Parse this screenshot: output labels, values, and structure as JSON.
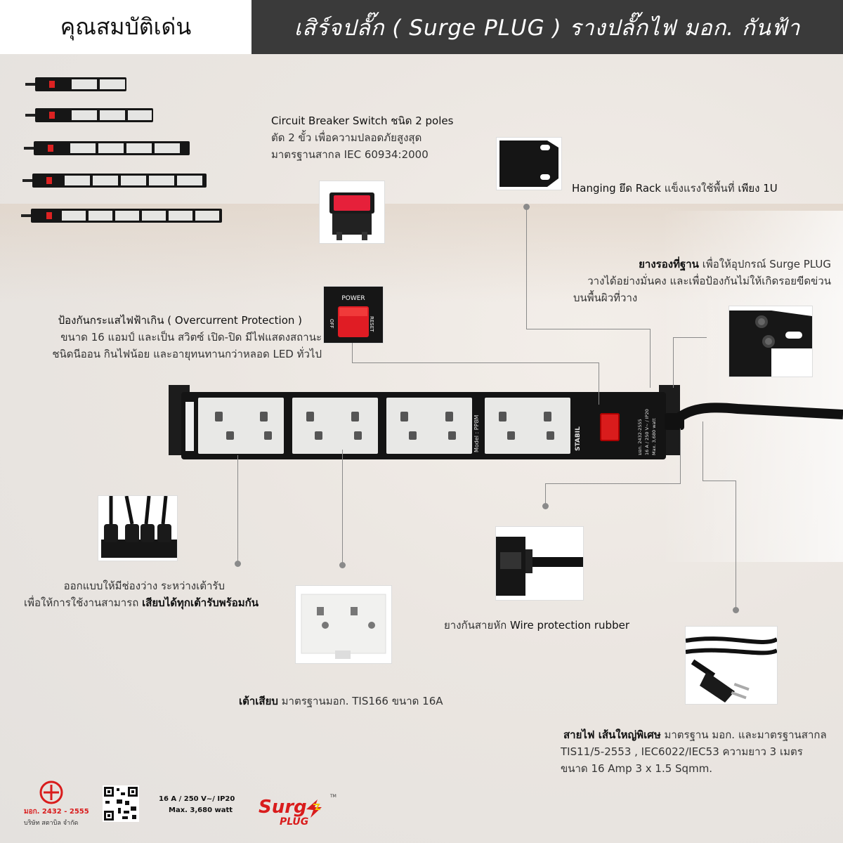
{
  "header": {
    "left_title": "คุณสมบัติเด่น",
    "right_title": "เสิร์จปลั๊ก ( Surge PLUG ) รางปลั๊กไฟ มอก. กันฟ้า"
  },
  "breaker": {
    "title": "Circuit Breaker Switch ชนิด 2 poles",
    "line1": "ตัด 2 ขั้ว เพื่อความปลอดภัยสูงสุด",
    "line2": "มาตรฐานสากล IEC 60934:2000"
  },
  "rack": {
    "bold": "Hanging ยึด Rack",
    "rest": " แข็งแรงใช้พื้นที่ ",
    "bold2": "เพียง 1U"
  },
  "rubber_base": {
    "bold": "ยางรองที่ฐาน",
    "line1": " เพื่อให้อุปกรณ์ Surge PLUG",
    "line2": "วางได้อย่างมั่นคง และเพื่อป้องกันไม่ให้เกิดรอยขีดข่วน",
    "line3": "บนพื้นผิวที่วาง"
  },
  "overcurrent": {
    "title": "ป้องกันกระแสไฟฟ้าเกิน ( Overcurrent Protection )",
    "line1": "ขนาด 16 แอมป์ และเป็น สวิตซ์ เปิด-ปิด มีไฟแสดงสถานะ",
    "line2": "ชนิดนีออน กินไฟน้อย และอายุทนทานกว่าหลอด LED ทั่วไป"
  },
  "switch_labels": {
    "power": "POWER",
    "reset": "RESET",
    "off": "OFF"
  },
  "strip_labels": {
    "model": "Model : PP8M",
    "brand": "STABIL",
    "cert": "มอก. 2432-2555",
    "rating1": "16 A / 250 V~ / IP20",
    "rating2": "Max. 3,680 watt"
  },
  "spacing": {
    "line1": "ออกแบบให้มีช่องว่าง ระหว่างเต้ารับ",
    "line2a": "เพื่อให้การใช้งานสามารถ ",
    "line2b": "เสียบได้ทุกเต้ารับพร้อมกัน"
  },
  "wire_rubber": {
    "text": "ยางกันสายหัก ",
    "bold": "Wire protection rubber"
  },
  "socket": {
    "bold": "เต้าเสียบ",
    "rest": " มาตรฐานมอก. TIS166 ขนาด 16A"
  },
  "cable": {
    "bold": "สายไฟ เส้นใหญ่พิเศษ",
    "line1": " มาตรฐาน มอก. และมาตรฐานสากล",
    "line2": "TIS11/5-2553 , IEC6022/IEC53 ความยาว 3 เมตร",
    "line3": "ขนาด 16 Amp 3 x 1.5 Sqmm."
  },
  "footer": {
    "cert": "มอก. 2432 - 2555",
    "company": "บริษัท สตาบิล จำกัด",
    "rating": "16 A / 250 V~/ IP20",
    "max": "Max. 3,680 watt",
    "logo_top": "Surg",
    "logo_bottom": "PLUG",
    "tm": "TM"
  },
  "colors": {
    "accent_red": "#d91c1c",
    "header_dark": "#3a3a3a"
  }
}
